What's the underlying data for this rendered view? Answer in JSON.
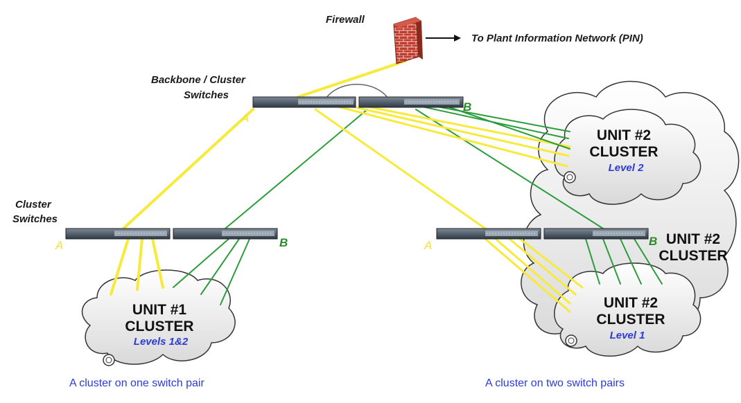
{
  "colors": {
    "link_a": "#f7ea3a",
    "link_b": "#2a9d3a",
    "level_text": "#2b3bd6",
    "caption_text": "#2b3bd6",
    "label_a": "#f0e23a",
    "label_b": "#2a8a2a",
    "firewall_brick": "#c0392b",
    "switch_body": "#3b4a5a"
  },
  "icons": [
    "firewall-icon",
    "switch-icon",
    "cloud-icon",
    "arrow-right-icon"
  ],
  "labels": {
    "firewall": "Firewall",
    "pin": "To Plant  Information Network (PIN)",
    "backbone_line1": "Backbone / Cluster",
    "backbone_line2": "Switches",
    "cluster_switches_line1": "Cluster",
    "cluster_switches_line2": "Switches",
    "a": "A",
    "b": "B"
  },
  "clouds": {
    "unit1": {
      "line1": "UNIT #1",
      "line2": "CLUSTER",
      "level": "Levels 1&2"
    },
    "unit2_level2": {
      "line1": "UNIT #2",
      "line2": "CLUSTER",
      "level": "Level 2"
    },
    "unit2_big": {
      "line1": "UNIT #2",
      "line2": "CLUSTER"
    },
    "unit2_level1": {
      "line1": "UNIT #2",
      "line2": "CLUSTER",
      "level": "Level 1"
    }
  },
  "captions": {
    "left": "A cluster on one switch pair",
    "right": "A cluster on two switch pairs"
  }
}
